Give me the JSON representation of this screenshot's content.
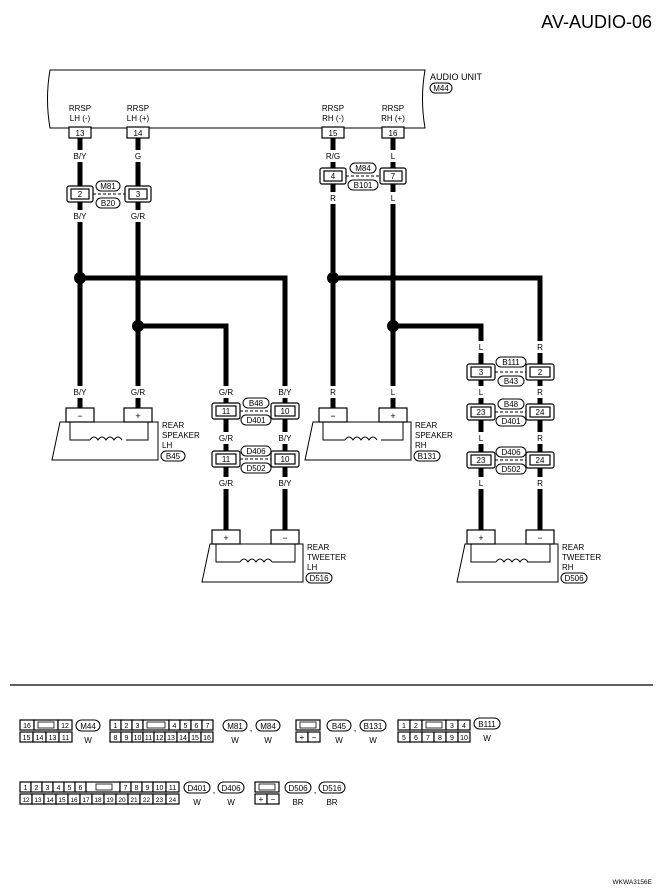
{
  "header": {
    "page_code": "AV-AUDIO-06"
  },
  "audio_unit": {
    "label": "AUDIO UNIT",
    "connector": "M44",
    "pins": [
      {
        "name_top": "RRSP",
        "name_bottom": "LH (-)",
        "pin": "13"
      },
      {
        "name_top": "RRSP",
        "name_bottom": "LH (+)",
        "pin": "14"
      },
      {
        "name_top": "RRSP",
        "name_bottom": "RH (-)",
        "pin": "15"
      },
      {
        "name_top": "RRSP",
        "name_bottom": "RH (+)",
        "pin": "16"
      }
    ]
  },
  "wires": {
    "w1": "B/Y",
    "w1b": "B/Y",
    "w2": "G",
    "w2b": "G/R",
    "w3": "R/G",
    "w3b": "R",
    "w4": "L",
    "w4b": "L",
    "lh_spk_minus": "B/Y",
    "lh_spk_plus": "G/R",
    "lh_tw_a": "G/R",
    "lh_tw_b": "B/Y",
    "lh_tw_c": "G/R",
    "lh_tw_d": "B/Y",
    "lh_tw_e": "G/R",
    "lh_tw_f": "B/Y",
    "rh_spk_minus": "R",
    "rh_spk_plus": "L",
    "rh_tw_a": "L",
    "rh_tw_b": "R",
    "rh_tw_c": "L",
    "rh_tw_d": "R",
    "rh_tw_e": "L",
    "rh_tw_f": "R"
  },
  "joints": {
    "j1": {
      "pin_a": "2",
      "pin_b": "3",
      "conn_a": "M81",
      "conn_b": "B20"
    },
    "j2": {
      "pin_a": "4",
      "pin_b": "7",
      "conn_a": "M84",
      "conn_b": "B101"
    },
    "j3": {
      "pin_a": "11",
      "pin_b": "10",
      "conn_a": "B48",
      "conn_b": "D401"
    },
    "j4": {
      "pin_a": "11",
      "pin_b": "10",
      "conn_a": "D406",
      "conn_b": "D502"
    },
    "j5": {
      "pin_a": "3",
      "pin_b": "2",
      "conn_a": "B111",
      "conn_b": "B43"
    },
    "j6": {
      "pin_a": "23",
      "pin_b": "24",
      "conn_a": "B48",
      "conn_b": "D401"
    },
    "j7": {
      "pin_a": "23",
      "pin_b": "24",
      "conn_a": "D406",
      "conn_b": "D502"
    }
  },
  "components": {
    "rear_speaker_lh": {
      "l1": "REAR",
      "l2": "SPEAKER",
      "l3": "LH",
      "conn": "B45",
      "minus": "−",
      "plus": "+"
    },
    "rear_speaker_rh": {
      "l1": "REAR",
      "l2": "SPEAKER",
      "l3": "RH",
      "conn": "B131",
      "minus": "−",
      "plus": "+"
    },
    "rear_tweeter_lh": {
      "l1": "REAR",
      "l2": "TWEETER",
      "l3": "LH",
      "conn": "D516",
      "minus": "−",
      "plus": "+"
    },
    "rear_tweeter_rh": {
      "l1": "REAR",
      "l2": "TWEETER",
      "l3": "RH",
      "conn": "D506",
      "minus": "−",
      "plus": "+"
    }
  },
  "legend": {
    "m44": {
      "tag": "M44",
      "color": "W",
      "row1": [
        "16",
        "12"
      ],
      "row2": [
        "15",
        "14",
        "13",
        "11"
      ]
    },
    "m81": {
      "tag1": "M81",
      "tag2": "M84",
      "sep": ",",
      "color1": "W",
      "color2": "W",
      "row1": [
        "1",
        "2",
        "3",
        "4",
        "5",
        "6",
        "7"
      ],
      "row2": [
        "8",
        "9",
        "10",
        "11",
        "12",
        "13",
        "14",
        "15",
        "16"
      ]
    },
    "b45": {
      "tag1": "B45",
      "tag2": "B131",
      "sep": ",",
      "color1": "W",
      "color2": "W",
      "row": [
        "+",
        "−"
      ]
    },
    "b111": {
      "tag": "B111",
      "color": "W",
      "row1": [
        "1",
        "2",
        "3",
        "4"
      ],
      "row2": [
        "5",
        "6",
        "7",
        "8",
        "9",
        "10"
      ]
    },
    "d401": {
      "tag1": "D401",
      "tag2": "D406",
      "sep": ",",
      "color1": "W",
      "color2": "W",
      "row1": [
        "1",
        "2",
        "3",
        "4",
        "5",
        "6",
        "7",
        "8",
        "9",
        "10",
        "11"
      ],
      "row2": [
        "12",
        "13",
        "14",
        "15",
        "16",
        "17",
        "18",
        "19",
        "20",
        "21",
        "22",
        "23",
        "24"
      ]
    },
    "d506": {
      "tag1": "D506",
      "tag2": "D516",
      "sep": ",",
      "color1": "BR",
      "color2": "BR",
      "row": [
        "+",
        "−"
      ]
    }
  },
  "footer": {
    "doc_id": "WKWA3156E"
  }
}
